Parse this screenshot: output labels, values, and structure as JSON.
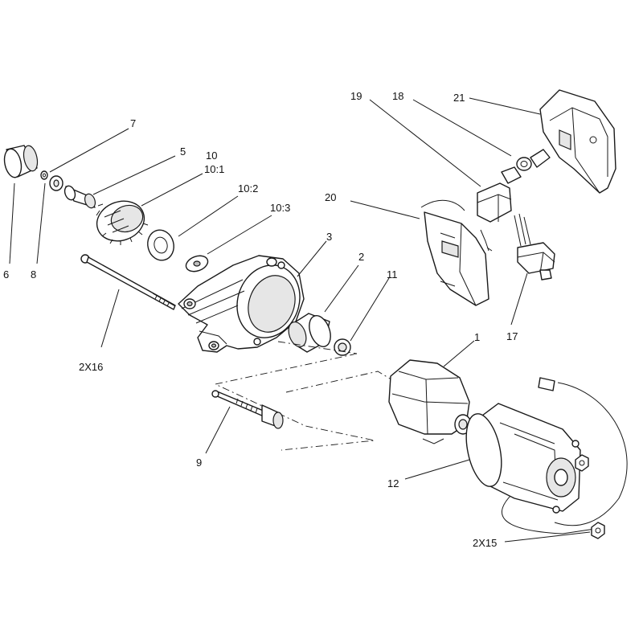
{
  "callouts": {
    "c1": "1",
    "c2": "2",
    "c3": "3",
    "c5": "5",
    "c6": "6",
    "c7": "7",
    "c8": "8",
    "c9": "9",
    "c10": "10",
    "c10_1": "10:1",
    "c10_2": "10:2",
    "c10_3": "10:3",
    "c11": "11",
    "c12": "12",
    "c15": "2X15",
    "c16": "2X16",
    "c17": "17",
    "c18": "18",
    "c19": "19",
    "c20": "20",
    "c21": "21"
  }
}
